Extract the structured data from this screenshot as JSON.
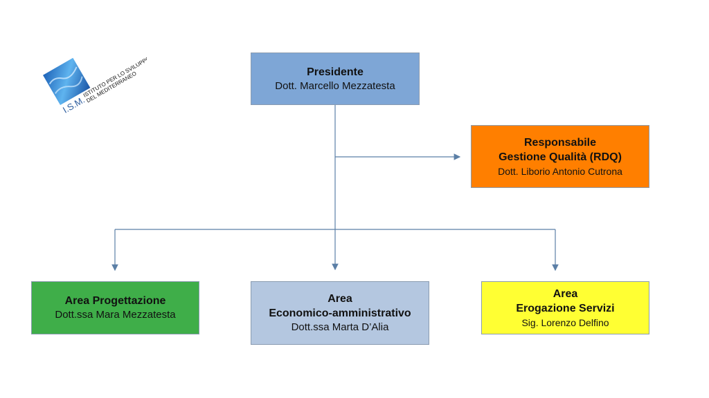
{
  "logo": {
    "acronym": "I.S.M.",
    "line1": "ISTITUTO PER LO SVILUPPO",
    "line2": "DEL MEDITERRANEO"
  },
  "president": {
    "title": "Presidente",
    "name": "Dott. Marcello Mezzatesta"
  },
  "quality": {
    "title_line1": "Responsabile",
    "title_line2": "Gestione Qualità (RDQ)",
    "name": "Dott. Liborio Antonio Cutrona"
  },
  "area_progettazione": {
    "title": "Area Progettazione",
    "name": "Dott.ssa Mara Mezzatesta"
  },
  "area_economico": {
    "title_line1": "Area",
    "title_line2": "Economico-amministrativo",
    "name": "Dott.ssa Marta D’Alia"
  },
  "area_erogazione": {
    "title_line1": "Area",
    "title_line2": "Erogazione Servizi",
    "name": "Sig. Lorenzo Delfino"
  },
  "colors": {
    "president": "#7ea6d6",
    "quality": "#ff7f00",
    "progettazione": "#3fae49",
    "economico": "#b4c7e0",
    "erogazione": "#ffff33",
    "connector": "#5b7fa6"
  }
}
